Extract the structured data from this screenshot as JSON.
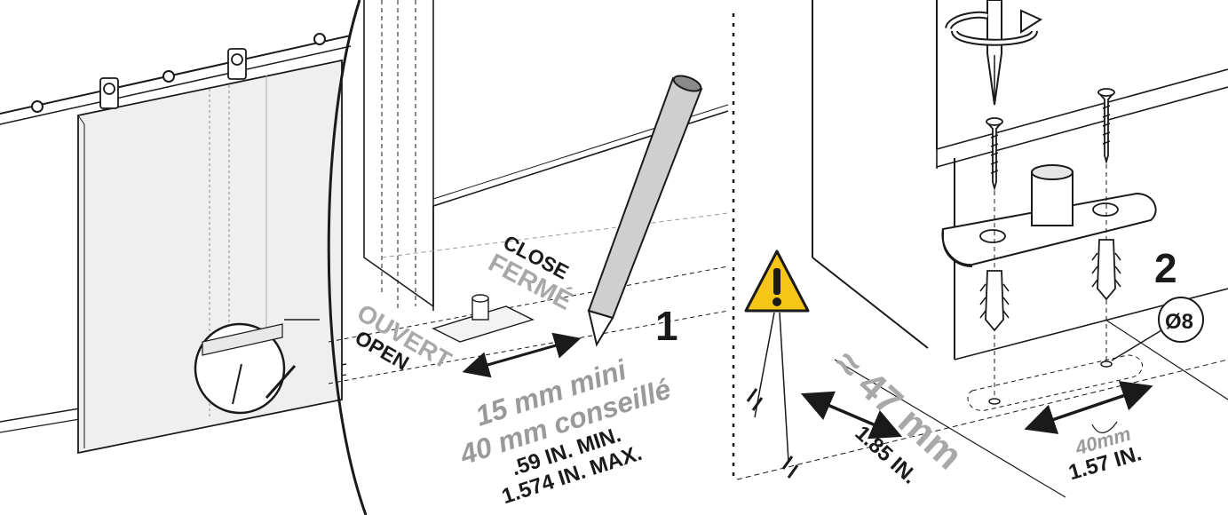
{
  "step_numbers": {
    "step1": "1",
    "step2": "2"
  },
  "panel1": {
    "close_label": "CLOSE",
    "ferme_label": "FERMÉ",
    "ouvert_label": "OUVERT",
    "open_label": "OPEN",
    "dimension_line1": "15 mm mini",
    "dimension_line2": "40 mm conseillé",
    "dimension_line3": ".59 IN. MIN.",
    "dimension_line4": "1.574 IN. MAX."
  },
  "panel2": {
    "approx_47_label": "≈ 47 mm",
    "inch_185_label": "1.85 IN.",
    "diameter_label": "Ø8",
    "spacing_mm_label": "40mm",
    "spacing_in_label": "1.57 IN."
  },
  "colors": {
    "line": "#1a1a1a",
    "gray_text": "#9a9a9a",
    "door_fill": "#efefef",
    "warning_yellow": "#f5c518"
  },
  "icons": [
    "pencil-icon",
    "screwdriver-icon",
    "rotation-arrow-icon",
    "warning-icon",
    "wall-plug-icon",
    "screw-icon"
  ]
}
